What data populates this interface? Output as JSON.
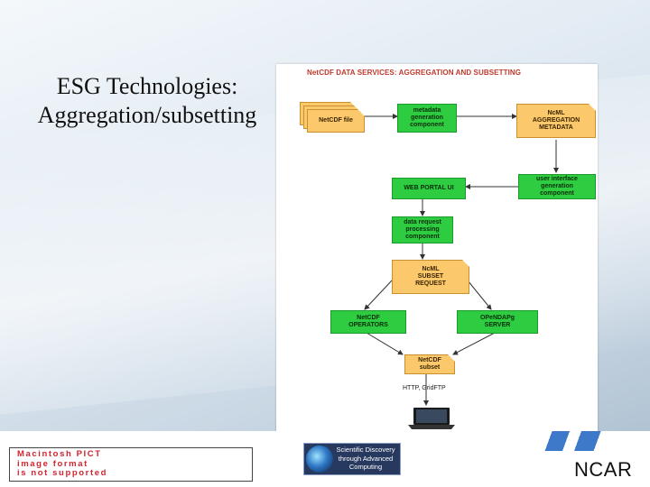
{
  "slide": {
    "title_line1": "ESG Technologies:",
    "title_line2": "Aggregation/subsetting"
  },
  "diagram": {
    "title": "NetCDF DATA SERVICES: AGGREGATION AND SUBSETTING",
    "nodes": {
      "netcdf_file": "NetCDF file",
      "metadata_gen": "metadata\ngeneration\ncomponent",
      "ncml_agg": "NcML\nAGGREGATION\nMETADATA",
      "ui_gen": "user interface\ngeneration\ncomponent",
      "web_portal": "WEB PORTAL UI",
      "data_request": "data request\nprocessing\ncomponent",
      "ncml_subset": "NcML\nSUBSET\nREQUEST",
      "netcdf_ops": "NetCDF\nOPERATORS",
      "opendap": "OPeNDAPg\nSERVER",
      "netcdf_subset": "NetCDF\nsubset",
      "transport": "HTTP, GridFTP"
    }
  },
  "footer": {
    "pict_notice": "Macintosh PICT\nimage format\nis not supported",
    "sda_text": "Scientific Discovery\nthrough Advanced\nComputing",
    "ncar": "NCAR"
  },
  "colors": {
    "green": "#2ecc40",
    "yellow": "#fbc86b",
    "title_red": "#c0392b"
  }
}
